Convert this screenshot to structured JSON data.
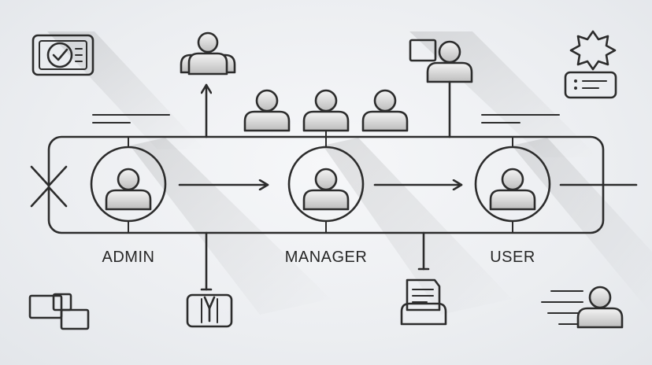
{
  "roles": [
    {
      "label": "ADMIN"
    },
    {
      "label": "MANAGER"
    },
    {
      "label": "USER"
    }
  ],
  "icons": [
    "verified-badge-icon",
    "team-group-icon",
    "user-group-icon",
    "user-document-icon",
    "settings-gear-icon",
    "server-panel-icon",
    "windows-icon",
    "toolkit-icon",
    "document-stack-icon",
    "user-fast-icon"
  ],
  "colors": {
    "stroke": "#2c2c2c",
    "background": "#eceef1",
    "person_fill_light": "#f2f2f2",
    "person_fill_dark": "#bdbdbd"
  }
}
